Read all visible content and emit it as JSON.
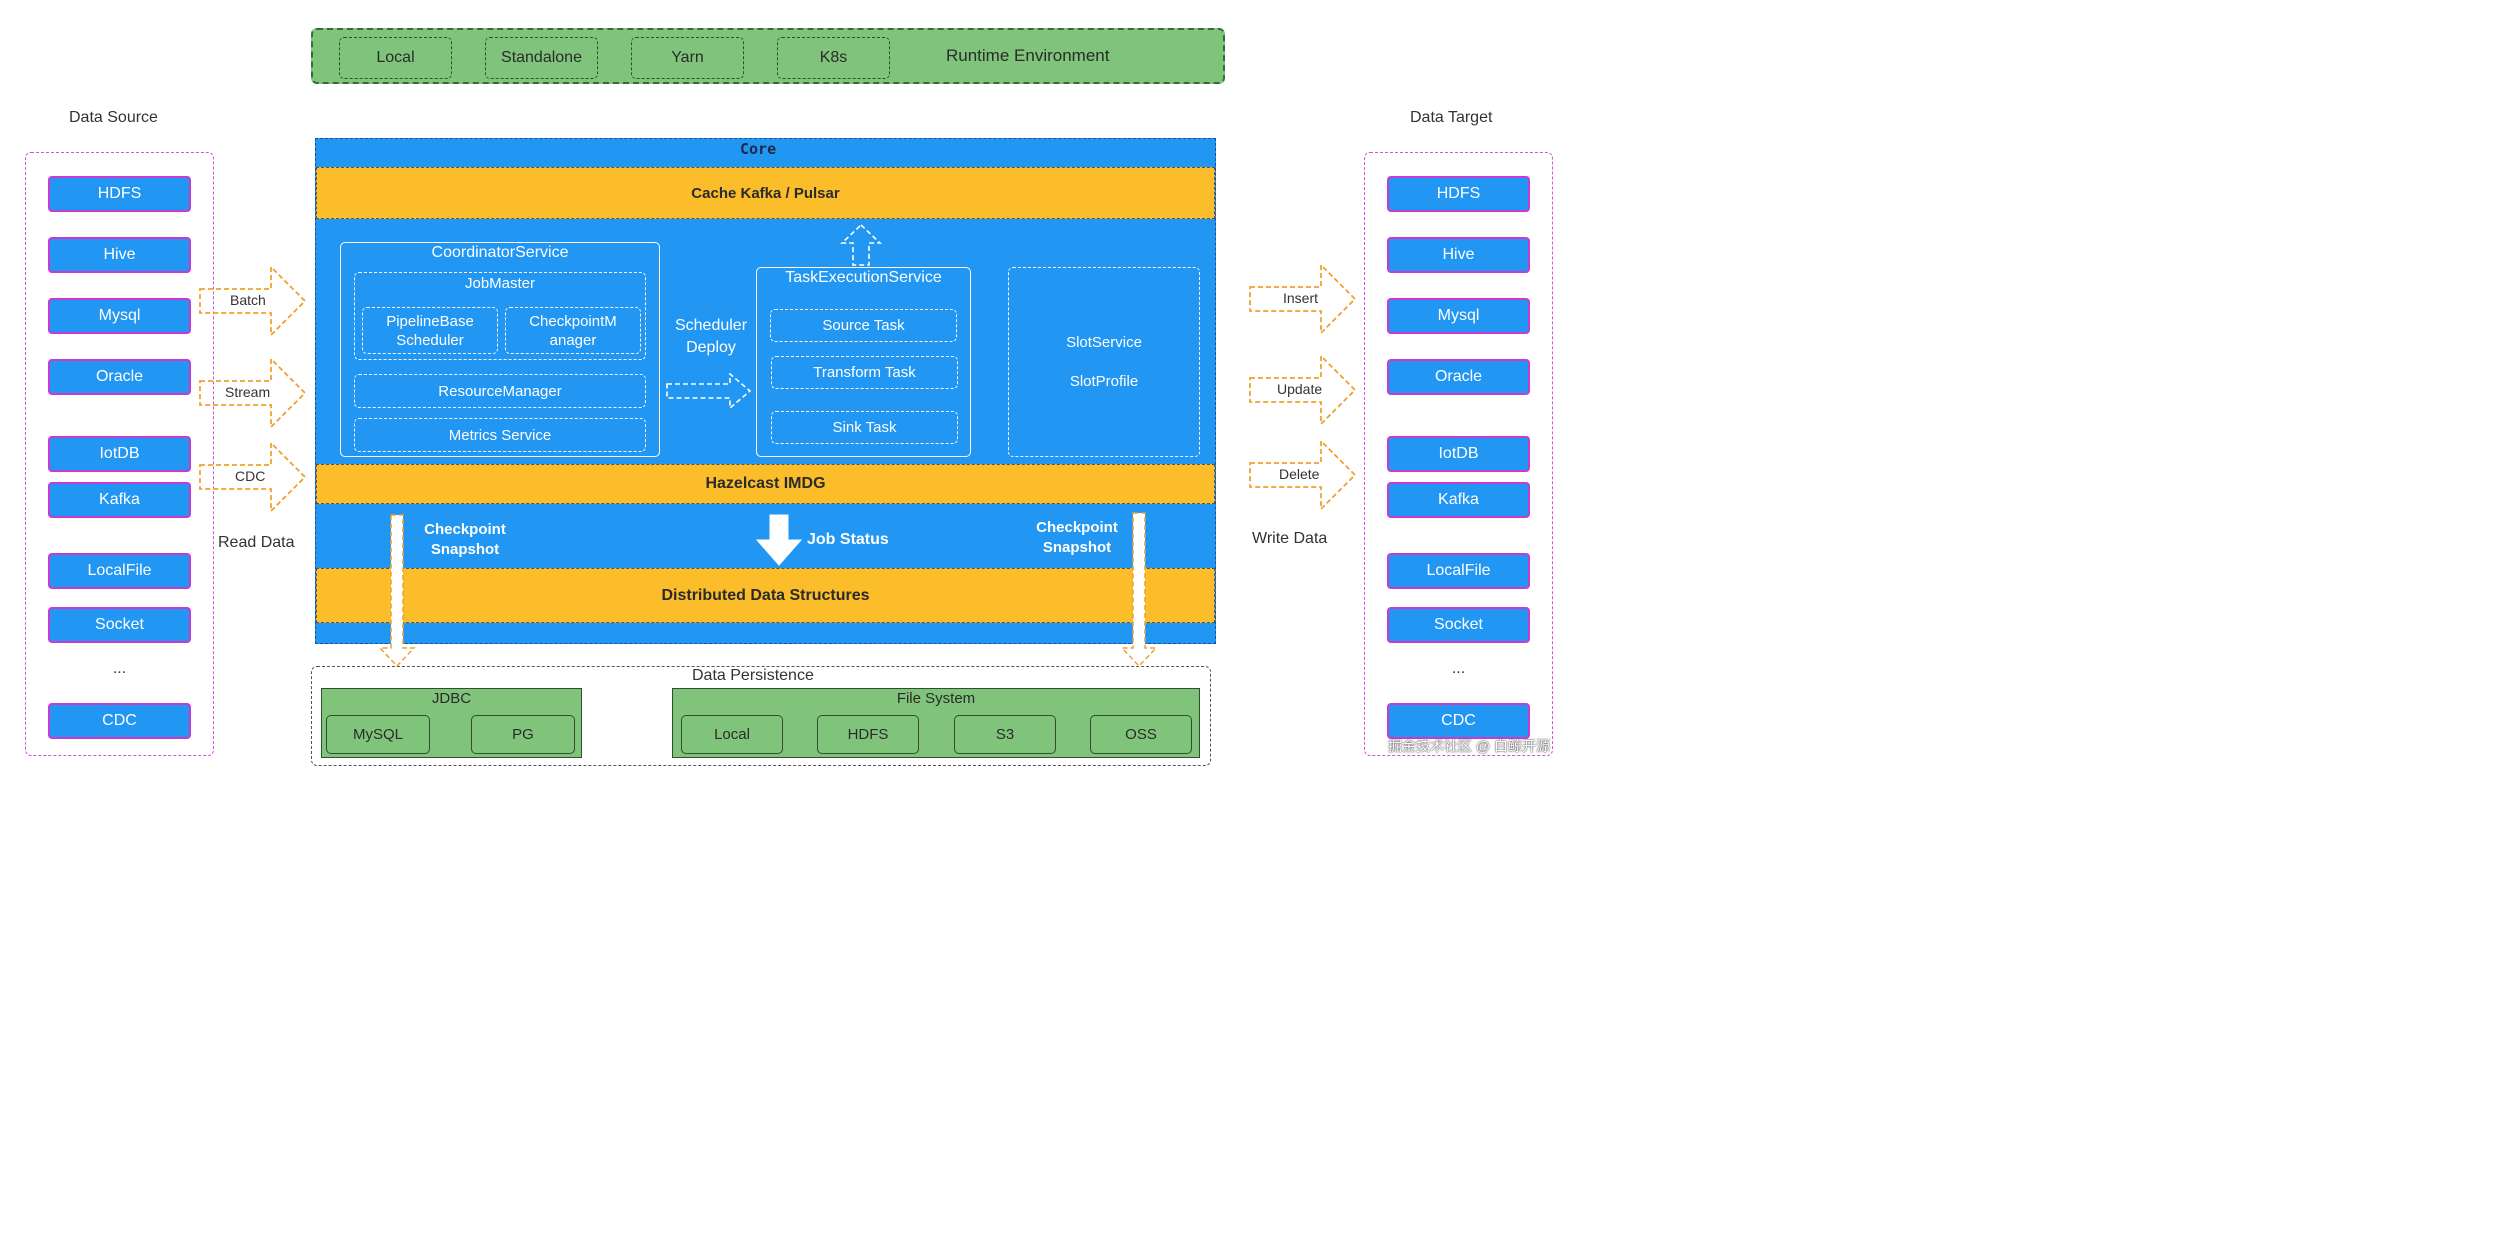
{
  "runtime": {
    "items": [
      "Local",
      "Standalone",
      "Yarn",
      "K8s"
    ],
    "label": "Runtime Environment"
  },
  "source": {
    "title": "Data Source",
    "items": [
      "HDFS",
      "Hive",
      "Mysql",
      "Oracle",
      "IotDB",
      "Kafka",
      "LocalFile",
      "Socket",
      "...",
      "CDC"
    ],
    "read_label": "Read Data",
    "arrows": [
      "Batch",
      "Stream",
      "CDC"
    ]
  },
  "target": {
    "title": "Data Target",
    "items": [
      "HDFS",
      "Hive",
      "Mysql",
      "Oracle",
      "IotDB",
      "Kafka",
      "LocalFile",
      "Socket",
      "...",
      "CDC"
    ],
    "write_label": "Write Data",
    "arrows": [
      "Insert",
      "Update",
      "Delete"
    ]
  },
  "core": {
    "title": "Core",
    "cache_bar": "Cache Kafka / Pulsar",
    "coordinator": {
      "title": "CoordinatorService",
      "jobmaster": "JobMaster",
      "pipeline": "PipelineBase Scheduler",
      "checkpoint": "CheckpointM anager",
      "resource": "ResourceManager",
      "metrics": "Metrics Service"
    },
    "scheduler_deploy": "Scheduler Deploy",
    "task_exec": {
      "title": "TaskExecutionService",
      "source": "Source Task",
      "transform": "Transform Task",
      "sink": "Sink Task"
    },
    "slot": {
      "service": "SlotService",
      "profile": "SlotProfile"
    },
    "hazelcast_bar": "Hazelcast IMDG",
    "checkpoint_left": "Checkpoint Snapshot",
    "job_status": "Job Status",
    "checkpoint_right": "Checkpoint Snapshot",
    "dds_bar": "Distributed Data Structures"
  },
  "persistence": {
    "title": "Data Persistence",
    "jdbc": {
      "title": "JDBC",
      "items": [
        "MySQL",
        "PG"
      ]
    },
    "fs": {
      "title": "File System",
      "items": [
        "Local",
        "HDFS",
        "S3",
        "OSS"
      ]
    }
  },
  "watermark": "掘金技术社区 @ 白鲸开源",
  "colors": {
    "core_blue": "#2196f3",
    "orange": "#fbbd2a",
    "green": "#7fc47a",
    "magenta_border": "#d94fd9",
    "arrow_orange": "#f0a030"
  }
}
